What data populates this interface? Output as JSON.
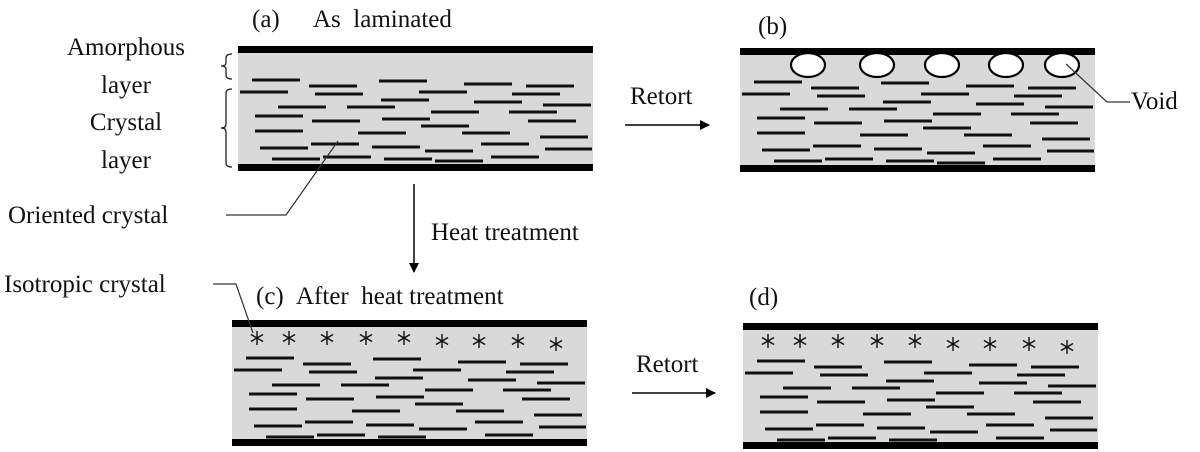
{
  "figure": {
    "panels": [
      {
        "id": "a",
        "tag": "(a)",
        "title": "As  laminated",
        "has_voids": false,
        "has_isotropic": false
      },
      {
        "id": "b",
        "tag": "(b)",
        "title": "",
        "has_voids": true,
        "has_isotropic": false
      },
      {
        "id": "c",
        "tag": "(c)",
        "title": "After  heat treatment",
        "has_voids": false,
        "has_isotropic": true
      },
      {
        "id": "d",
        "tag": "(d)",
        "title": "",
        "has_voids": false,
        "has_isotropic": true
      }
    ],
    "labels": {
      "amorphous_line1": "Amorphous",
      "amorphous_line2": "layer",
      "crystal_line1": "Crystal",
      "crystal_line2": "layer",
      "oriented_crystal": "Oriented crystal",
      "isotropic_crystal": "Isotropic crystal",
      "void": "Void"
    },
    "arrows": {
      "retort_top": "Retort",
      "retort_bottom": "Retort",
      "heat_treatment": "Heat treatment"
    },
    "colors": {
      "film_fill": "#d9d9d9",
      "film_border": "#000000",
      "crystal": "#111111",
      "void_fill": "#ffffff",
      "text": "#111111"
    },
    "void_count": 5,
    "isotropic_crystal_count": 9
  }
}
